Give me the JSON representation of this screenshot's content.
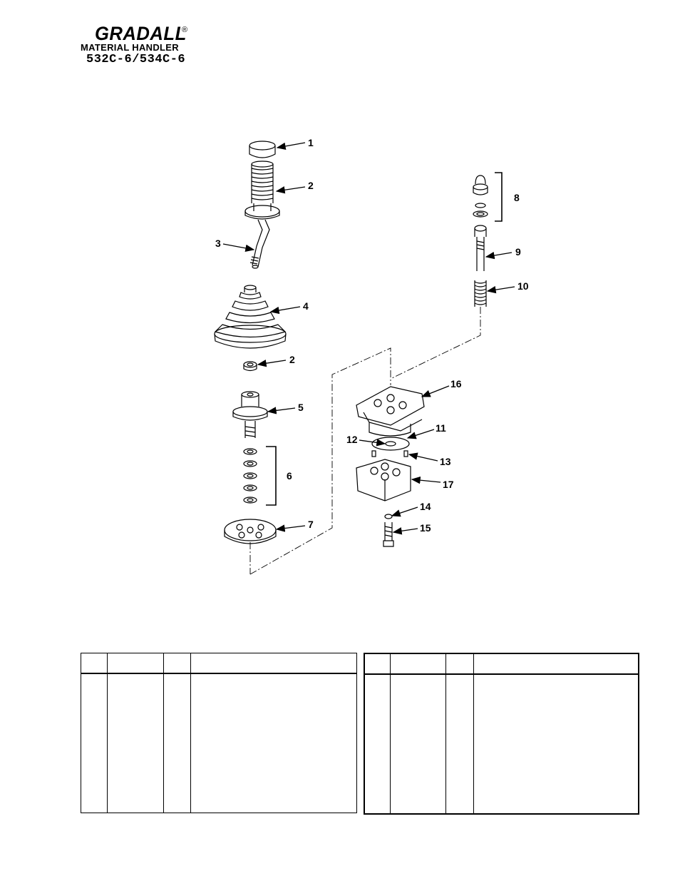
{
  "header": {
    "brand": "GRADALL",
    "registered": "®",
    "subtitle": "MATERIAL HANDLER",
    "models": "532C-6/534C-6"
  },
  "callouts": [
    "1",
    "2",
    "3",
    "4",
    "2",
    "5",
    "6",
    "7",
    "8",
    "9",
    "10",
    "16",
    "11",
    "12",
    "13",
    "17",
    "14",
    "15"
  ],
  "parts_tables": {
    "left": {
      "columns": [
        "",
        "",
        "",
        ""
      ],
      "rows": 0
    },
    "right": {
      "columns": [
        "",
        "",
        "",
        ""
      ],
      "rows": 0
    }
  }
}
